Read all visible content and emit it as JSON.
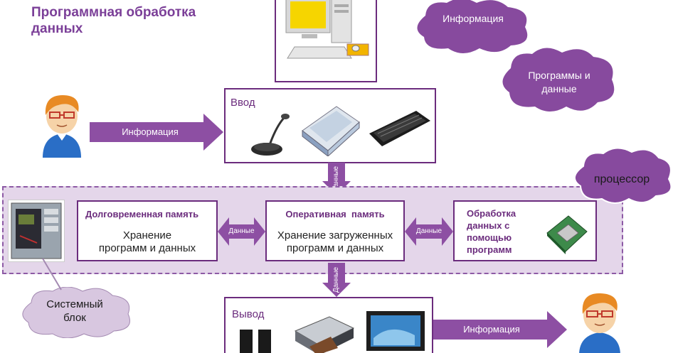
{
  "title": "Программная обработка данных",
  "clouds": {
    "info": "Информация",
    "programs_line1": "Программы и",
    "programs_line2": "данные",
    "processor": "процессор",
    "system_unit_line1": "Системный",
    "system_unit_line2": "блок"
  },
  "input_box": {
    "title": "Ввод"
  },
  "output_box": {
    "title": "Вывод"
  },
  "arrows": {
    "info_in": "Информация",
    "info_out": "Информация",
    "data_down_1": "Данные",
    "data_down_2": "Данные",
    "data_lr_1": "Данные",
    "data_lr_2": "Данные"
  },
  "long_memory": {
    "title": "Долговременная память",
    "line1": "Хранение",
    "line2": "программ и данных"
  },
  "ram": {
    "title": "Оперативная  память",
    "line1": "Хранение загруженных",
    "line2": "программ и данных"
  },
  "processing": {
    "line1": "Обработка",
    "line2": "данных с",
    "line3": "помощью",
    "line4": "программ"
  },
  "colors": {
    "accent": "#6b2c7d",
    "arrow": "#8d4fa3",
    "band": "#e4d6ea",
    "cloud": "#874a9e"
  },
  "icons": [
    "user-icon",
    "monitor-icon",
    "microphone-icon",
    "scanner-icon",
    "keyboard-icon",
    "system-unit-icon",
    "cpu-chip-icon",
    "speakers-icon",
    "printer-icon",
    "display-icon"
  ]
}
